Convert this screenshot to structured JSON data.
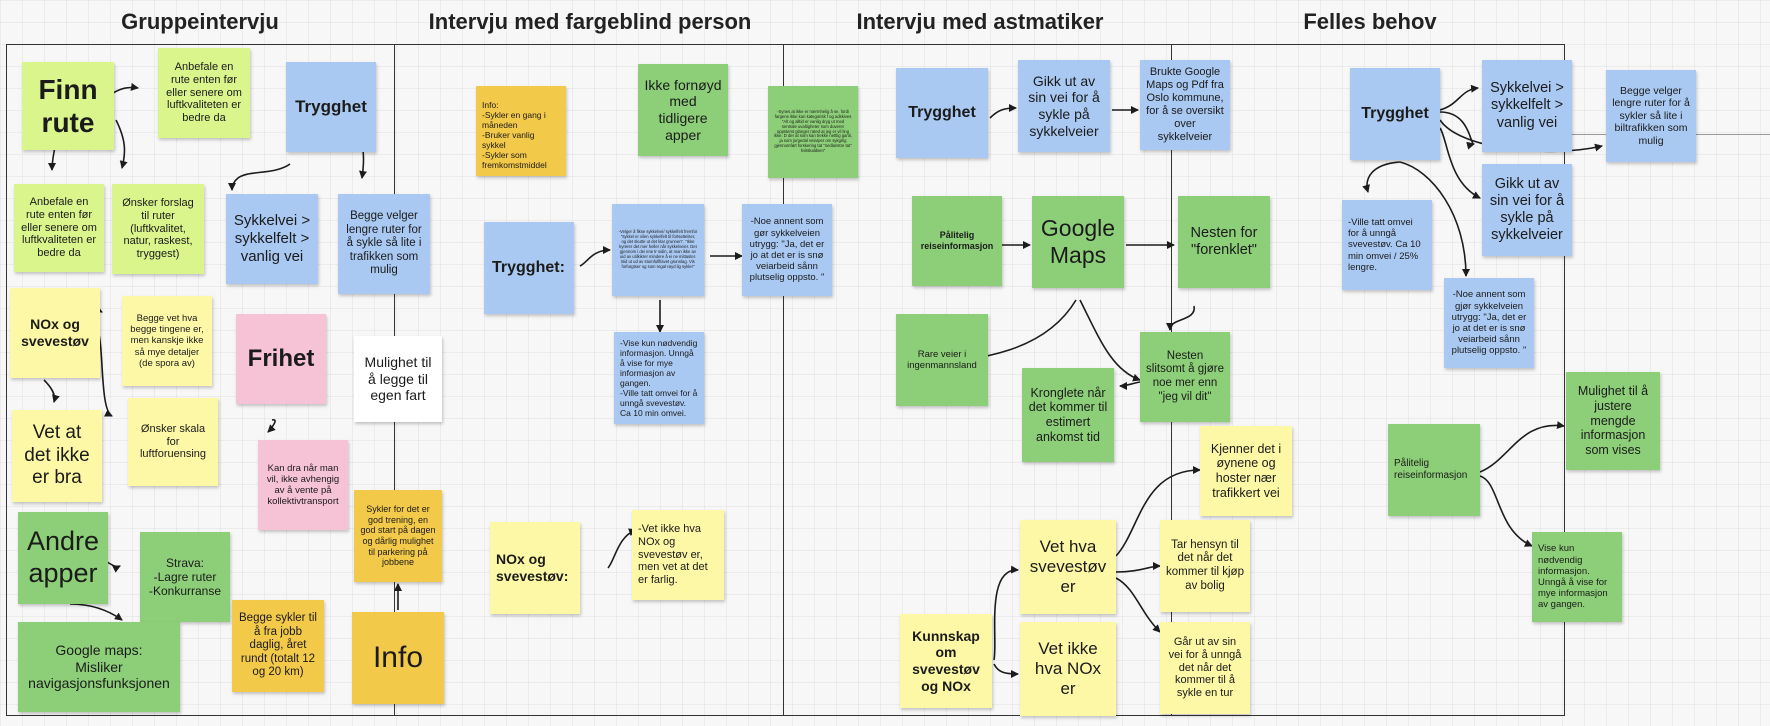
{
  "columns": {
    "c1": "Gruppeintervju",
    "c2": "Intervju med fargeblind person",
    "c3": "Intervju med astmatiker",
    "c4": "Felles behov"
  },
  "notes": {
    "finn_rute": "Finn rute",
    "anbefale_a": "Anbefale en rute enten før eller senere om luftkvaliteten er bedre da",
    "trygghet1": "Trygghet",
    "anbefale_b": "Anbefale en rute enten før eller senere om luftkvaliteten er bedre da",
    "onsker_forslag": "Ønsker forslag til ruter (luftkvalitet, natur, raskest, tryggest)",
    "sykkelvei1": "Sykkelvei > sykkelfelt > vanlig vei",
    "begge_velger1": "Begge velger lengre ruter for å sykle så lite i trafikken som mulig",
    "nox1": "NOx og svevestøv",
    "begge_vet": "Begge vet hva begge tingene er, men kanskje ikke så mye detaljer (de spora av)",
    "frihet": "Frihet",
    "mulighet_fart": "Mulighet til å legge til egen fart",
    "vet_ikke_bra": "Vet at det ikke er bra",
    "onsker_skala": "Ønsker skala for luftforuensing",
    "kan_dra": "Kan dra når man vil, ikke avhengig av å vente på kollektivtransport",
    "sykler_for": "Sykler for det er god trening, en god start på dagen og dårlig mulighet til parkering på jobbene",
    "andre_apper": "Andre apper",
    "strava": "Strava:\n-Lagre ruter\n-Konkurranse",
    "begge_sykler": "Begge sykler til å fra jobb daglig, året rundt (totalt 12 og 20 km)",
    "info": "Info",
    "google_maps1": "Google maps:\nMisliker navigasjonsfunksjonen",
    "info2": "Info:\n-Sykler en gang i måneden\n-Bruker vanlig sykkel\n-Sykler som fremkomstmiddel",
    "ikke_fornoyd": "Ikke fornøyd med tidligere apper",
    "quote_green": "-Synes at ikke er nærmhelig å se, fordi fargene ikke kan kategorisk f  og adskives  \"Alt og alltid er vanlig dryg ut  med  sentrale uvaltigheter som duverer  oppstemt glanger  rated at jeg er vil  ling ikke. D  der at  som kan trekke  nettlig ganti, ja  som jorgedal veiarper  om sykgrlig  gjennomført  forskering tat \"nedlanstre  tat\" hvitskaldsen\"",
    "trygghet2": "Trygghet:",
    "quote_blue": "-Velger å fikse sykkelvei/ sykkelfelt fremfor \"sykkel er  vilen sykkelfelt til fortsettelser, og det skutte ut det klar grunnen\". \"Ikke kyrerer det mer heller når   sykkelveier. Det gjennom  i dei ene tr  sidin, at man ikke av  uid av utilkikrer  mindere  å  ei  ne  mittaster. Bid ut  ud av stumfullf/avet  grunnlag. Vis forfurgtser og som regal  røyd lig sykler\"",
    "noe_annet1": "-Noe annent som gør sykkelveien utrygg: \"Ja, det er jo at det er is snø veiarbeid sånn plutselig oppsto. \"",
    "vise_kun1": "-Vise kun nødvendig informasjon. Unngå å vise for mye informasjon av gangen.\n-Ville tatt omvei for å unngå svevestøv. Ca 10 min omvei.",
    "nox2": "NOx og svevestøv:",
    "vet_ikke_farlig": "-Vet ikke hva NOx og svevestøv er, men vet at det er farlig.",
    "trygghet3": "Trygghet",
    "gikk_ut1": "Gikk ut av sin vei for å sykle på sykkelveier",
    "brukte_google": "Brukte Google Maps og Pdf fra Oslo kommune, for å se oversikt over sykkelveier",
    "palitelig1": "Pålitelig reiseinformasjon",
    "google_maps2": "Google Maps",
    "nesten_forenklet": "Nesten for \"forenklet\"",
    "rare_veier": "Rare veier i ingenmannsland",
    "nesten_slitsomt": "Nesten slitsomt å gjøre noe mer enn \"jeg vil dit\"",
    "kronglete": "Kronglete når det kommer til estimert ankomst tid",
    "kjenner": "Kjenner det i øynene og hoster nær trafikkert vei",
    "vet_hva": "Vet hva svevestøv er",
    "tar_hensyn": "Tar hensyn til det når det kommer til kjøp av bolig",
    "kunnskap": "Kunnskap om svevestøv og NOx",
    "vet_ikke_nox": "Vet ikke hva NOx er",
    "gar_ut": "Går ut av sin vei for å unngå det når det kommer til å sykle en tur",
    "trygghet4": "Trygghet",
    "sykkelvei2": "Sykkelvei > sykkelfelt > vanlig vei",
    "begge_velger2": "Begge velger lengre ruter for å sykler så lite i biltrafikken som mulig",
    "gikk_ut2": "Gikk ut av sin vei for å sykle på sykkelveier",
    "ville_tatt": "-Ville tatt omvei for å unngå svevestøv. Ca 10 min omvei / 25% lengre.",
    "noe_annet2": "-Noe annent som gjør sykkelveien utrygg: \"Ja, det er jo at det er is snø veiarbeid sånn plutselig oppsto. \"",
    "mulighet_justere": "Mulighet til å justere mengde informasjon som vises",
    "palitelig2": "Pålitelig reiseinformasjon",
    "vise_kun2": "Vise kun nødvendig informasjon. Unngå å vise for mye informasjon av gangen."
  }
}
